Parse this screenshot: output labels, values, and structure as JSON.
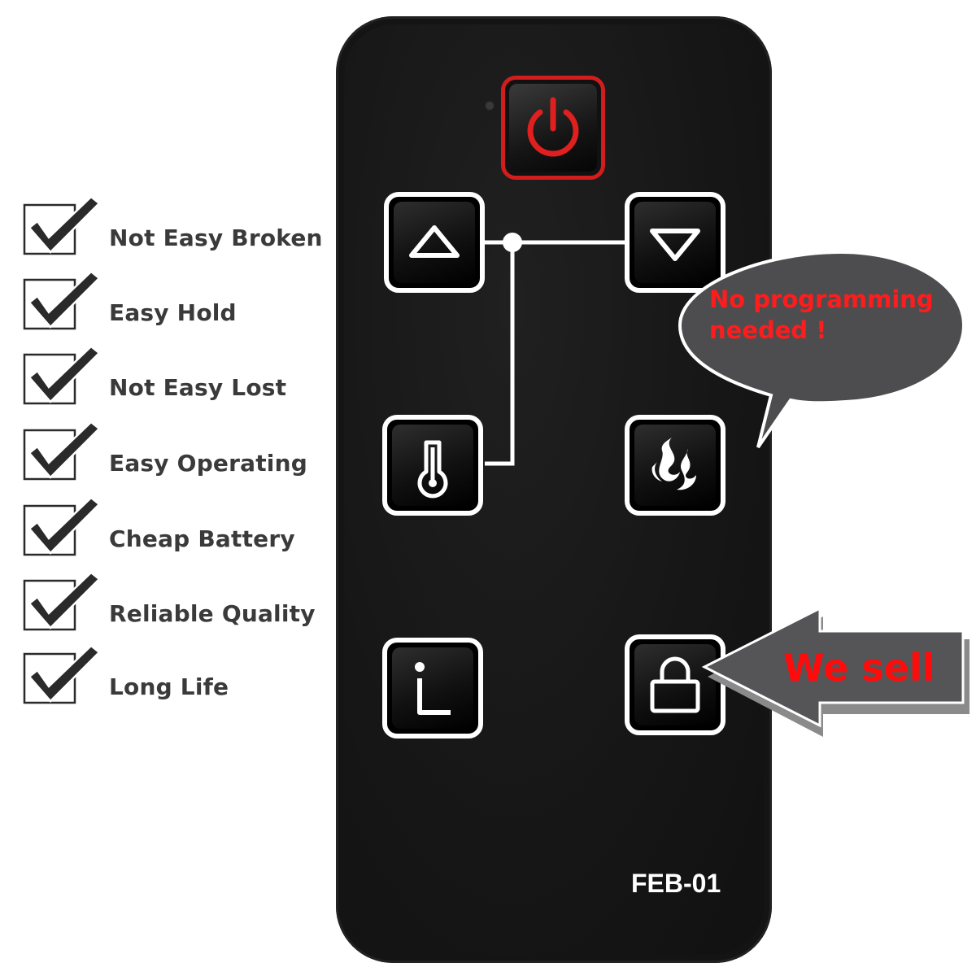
{
  "features": [
    {
      "label": "Not Easy Broken"
    },
    {
      "label": "Easy Hold"
    },
    {
      "label": "Not Easy Lost"
    },
    {
      "label": "Easy Operating"
    },
    {
      "label": "Cheap Battery"
    },
    {
      "label": "Reliable Quality"
    },
    {
      "label": "Long Life"
    }
  ],
  "remote": {
    "model": "FEB-01",
    "buttons": [
      {
        "icon": "power-icon"
      },
      {
        "icon": "triangle-up-icon"
      },
      {
        "icon": "triangle-down-icon"
      },
      {
        "icon": "thermometer-icon"
      },
      {
        "icon": "flame-icon"
      },
      {
        "icon": "info-timer-icon"
      },
      {
        "icon": "lock-icon"
      }
    ]
  },
  "callouts": {
    "bubble_text": "No programming needed !",
    "arrow_text": "We sell"
  },
  "colors": {
    "remote_body": "#141414",
    "power_accent": "#d21d1d",
    "button_outline": "#ffffff",
    "callout_gray": "#4d4d4f",
    "callout_text_red": "#ff1c1c",
    "feature_text": "#3a3a3a"
  }
}
